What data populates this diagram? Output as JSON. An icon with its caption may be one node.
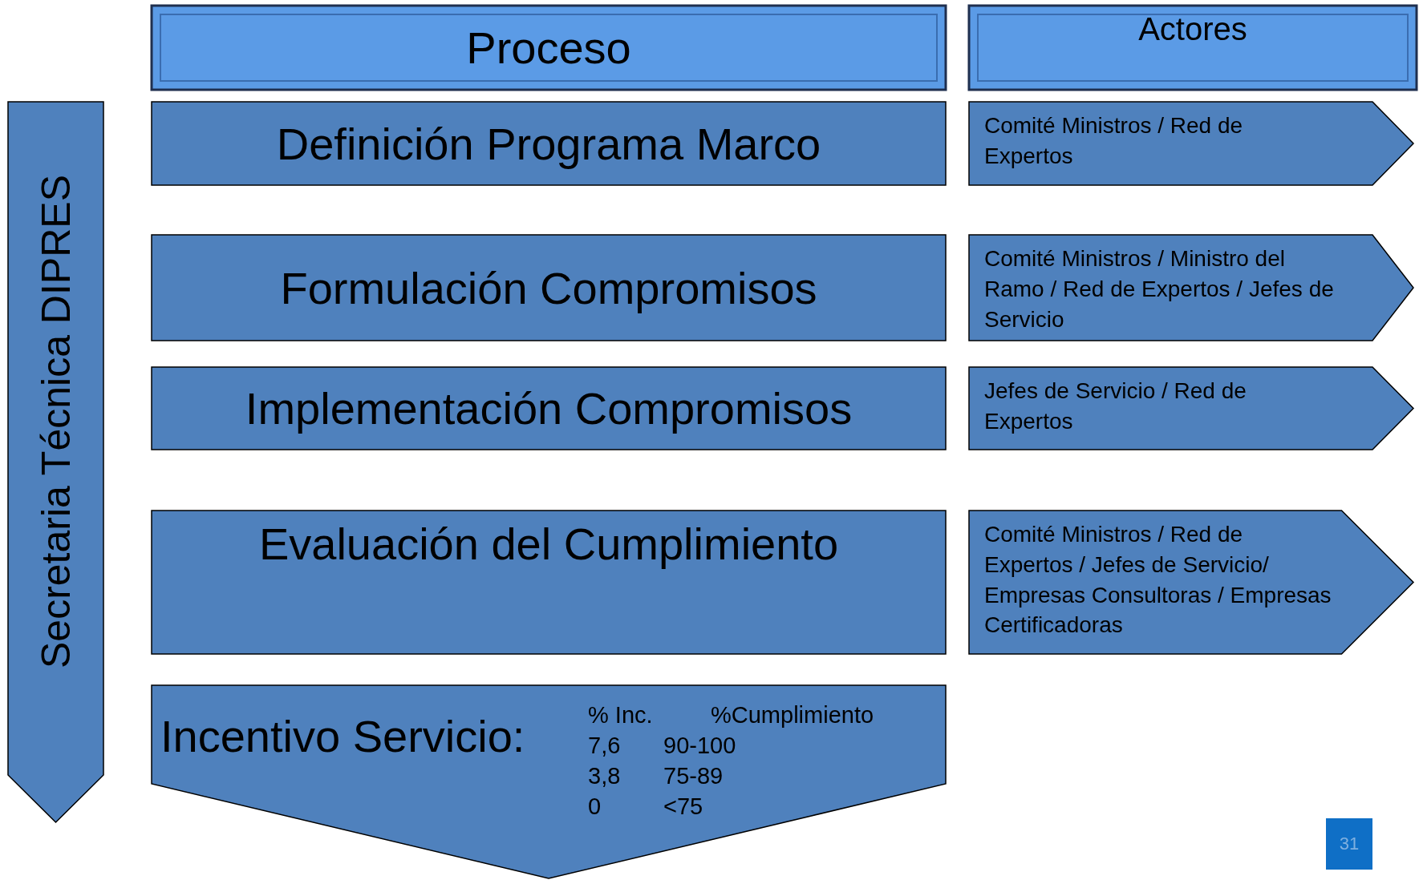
{
  "diagram": {
    "nodes": [
      {
        "text": [
          "Proceso"
        ]
      },
      {
        "text": [
          "Actores"
        ]
      },
      {
        "text": [
          "Secretaria Técnica DIPRES"
        ]
      },
      {
        "text": [
          "Definición Programa Marco"
        ]
      },
      {
        "text": [
          "Formulación Compromisos"
        ]
      },
      {
        "text": [
          "Implementación Compromisos"
        ]
      },
      {
        "text": [
          "Evaluación del Cumplimiento"
        ]
      },
      {
        "text": [
          "Incentivo Servicio:"
        ]
      },
      {
        "text": [
          "Comité Ministros / Red de Expertos"
        ]
      },
      {
        "text": [
          "Comité Ministros / Ministro del Ramo / Red de Expertos / Jefes de Servicio"
        ]
      },
      {
        "text": [
          "Jefes de Servicio /  Red de Expertos"
        ]
      },
      {
        "text": [
          "Comité Ministros / Red de Expertos / Jefes de Servicio/ Empresas Consultoras / Empresas Certificadoras"
        ]
      }
    ],
    "edges": [],
    "labels": [
      "% Inc.",
      "%Cumplimiento",
      "7,6",
      "90-100",
      "3,8",
      "75-89",
      "0",
      "<75",
      "31"
    ]
  }
}
